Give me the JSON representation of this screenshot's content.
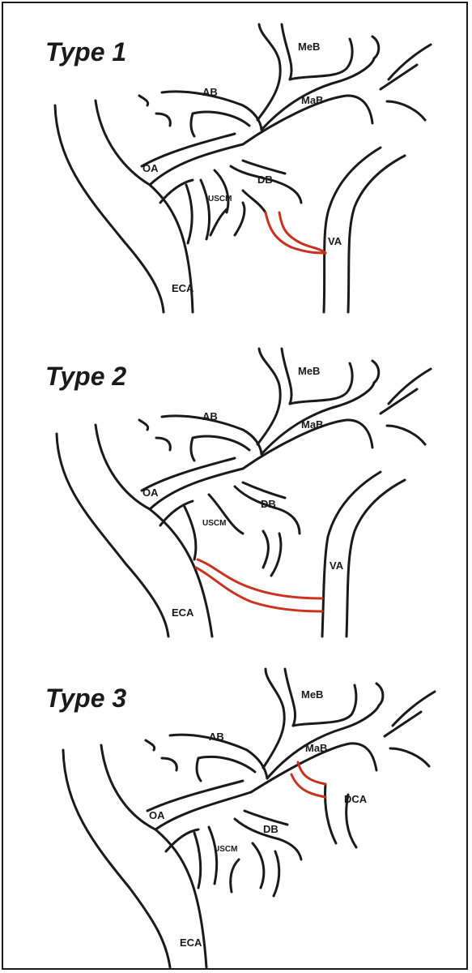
{
  "panels": [
    {
      "title": "Type 1",
      "labels": {
        "meb": "MeB",
        "ab": "AB",
        "mab": "MaB",
        "oa": "OA",
        "db": "DB",
        "uscm": "USCM",
        "va": "VA",
        "eca": "ECA"
      }
    },
    {
      "title": "Type 2",
      "labels": {
        "meb": "MeB",
        "ab": "AB",
        "mab": "MaB",
        "oa": "OA",
        "db": "DB",
        "uscm": "USCM",
        "va": "VA",
        "eca": "ECA"
      }
    },
    {
      "title": "Type 3",
      "labels": {
        "meb": "MeB",
        "ab": "AB",
        "mab": "MaB",
        "oa": "OA",
        "db": "DB",
        "uscm": "USCM",
        "dca": "DCA",
        "eca": "ECA"
      }
    }
  ],
  "colors": {
    "vessel": "#1a1a1a",
    "anastomosis": "#c8321e",
    "background": "#ffffff"
  }
}
